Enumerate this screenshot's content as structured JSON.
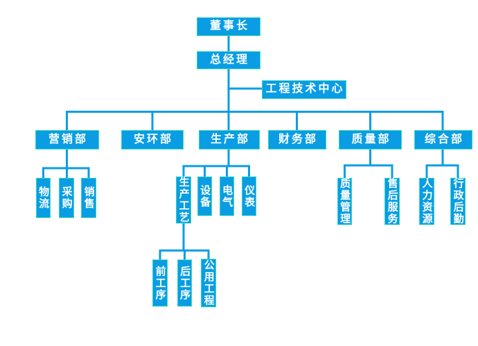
{
  "diagram": {
    "type": "org-chart",
    "colors": {
      "box_fill": "#0a9de4",
      "box_border": "#35d9c0",
      "connector": "#0a9de4",
      "text": "#ffffff",
      "background": "#ffffff"
    },
    "hierarchy": {
      "label": "董事长",
      "children": [
        {
          "label": "总经理",
          "children": [
            {
              "label": "工程技术中心",
              "children": []
            },
            {
              "label": "营销部",
              "children": [
                {
                  "label": "物流"
                },
                {
                  "label": "采购"
                },
                {
                  "label": "销售"
                }
              ]
            },
            {
              "label": "安环部",
              "children": []
            },
            {
              "label": "生产部",
              "children": [
                {
                  "label": "生产工艺",
                  "children": [
                    {
                      "label": "前工序"
                    },
                    {
                      "label": "后工序"
                    },
                    {
                      "label": "公用工程"
                    }
                  ]
                },
                {
                  "label": "设备"
                },
                {
                  "label": "电气"
                },
                {
                  "label": "仪表"
                }
              ]
            },
            {
              "label": "财务部",
              "children": []
            },
            {
              "label": "质量部",
              "children": [
                {
                  "label": "质量管理"
                },
                {
                  "label": "售后服务"
                }
              ]
            },
            {
              "label": "综合部",
              "children": [
                {
                  "label": "人力资源"
                },
                {
                  "label": "行政后勤"
                }
              ]
            }
          ]
        }
      ]
    }
  }
}
